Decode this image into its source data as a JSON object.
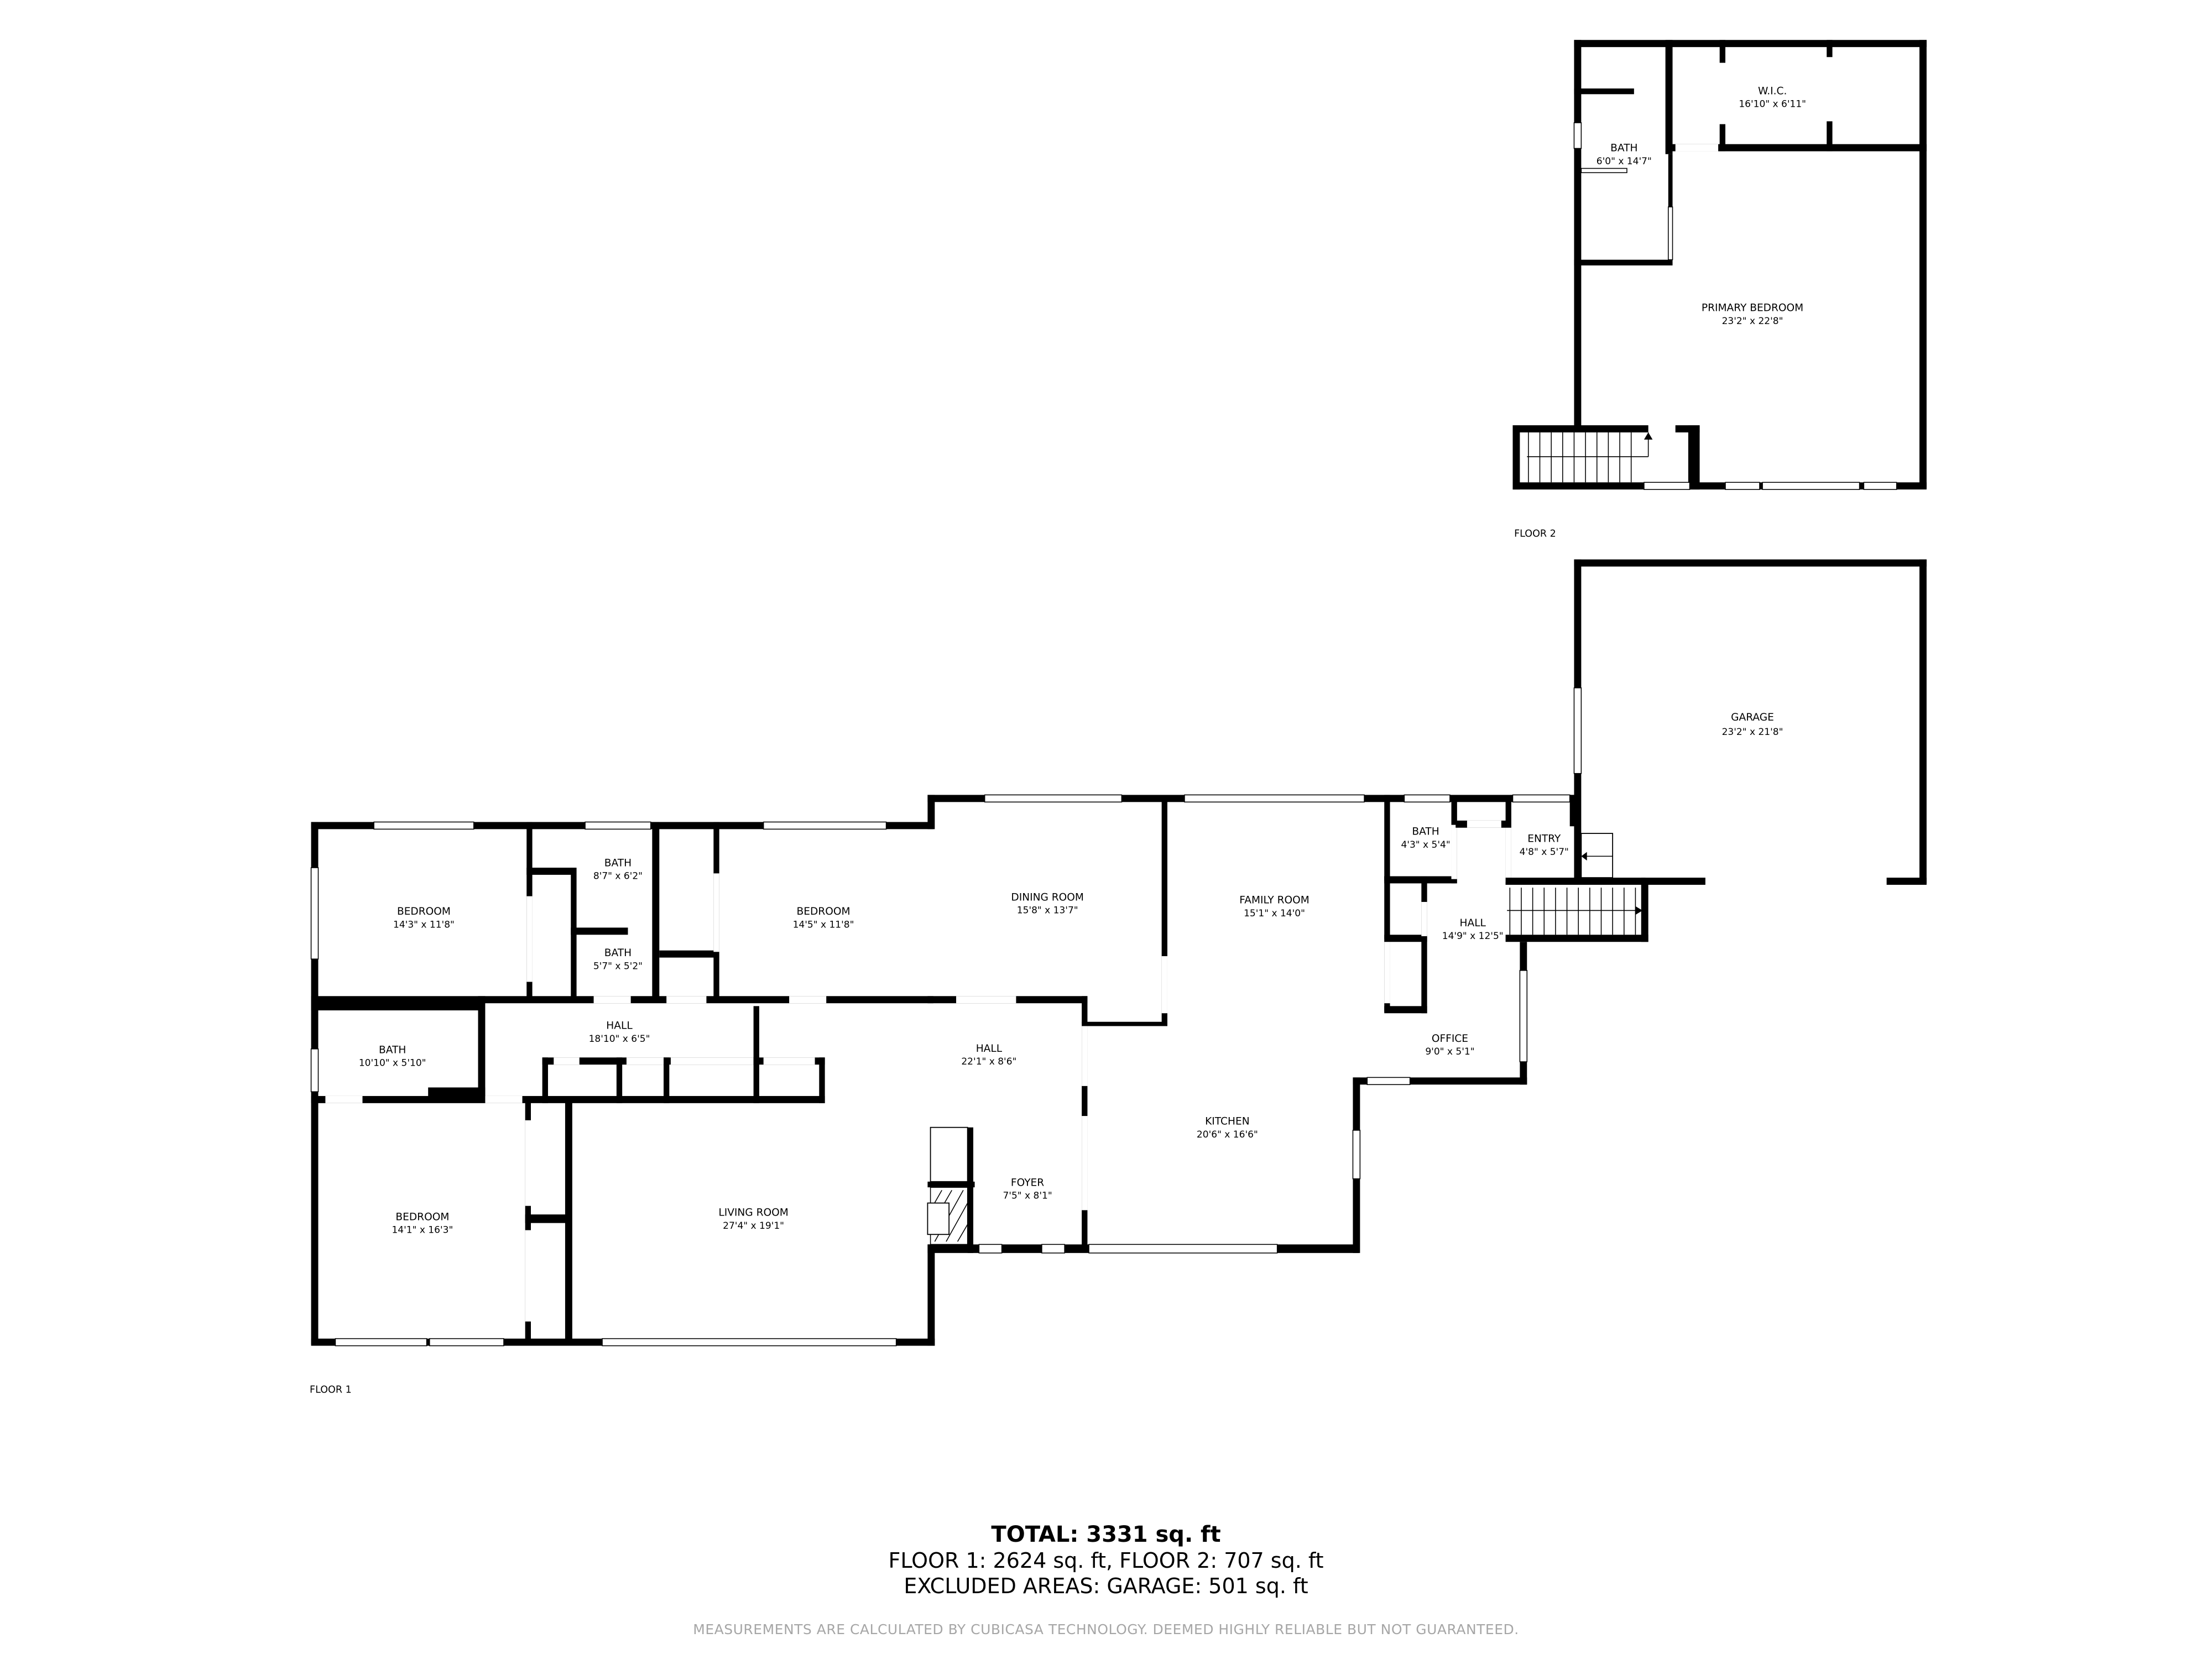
{
  "floor2": {
    "label": "FLOOR 2",
    "rooms": {
      "wic": {
        "name": "W.I.C.",
        "dim": "16'10\" x 6'11\""
      },
      "bath": {
        "name": "BATH",
        "dim": "6'0\" x 14'7\""
      },
      "primary_bedroom": {
        "name": "PRIMARY BEDROOM",
        "dim": "23'2\" x 22'8\""
      }
    }
  },
  "garage": {
    "name": "GARAGE",
    "dim": "23'2\" x 21'8\""
  },
  "floor1": {
    "label": "FLOOR 1",
    "rooms": {
      "bedroom_nw": {
        "name": "BEDROOM",
        "dim": "14'3\" x 11'8\""
      },
      "bath_upper": {
        "name": "BATH",
        "dim": "8'7\" x 6'2\""
      },
      "bath_lower": {
        "name": "BATH",
        "dim": "5'7\" x 5'2\""
      },
      "bedroom_n": {
        "name": "BEDROOM",
        "dim": "14'5\" x 11'8\""
      },
      "dining_room": {
        "name": "DINING ROOM",
        "dim": "15'8\" x 13'7\""
      },
      "family_room": {
        "name": "FAMILY ROOM",
        "dim": "15'1\" x 14'0\""
      },
      "bath_small": {
        "name": "BATH",
        "dim": "4'3\" x 5'4\""
      },
      "entry": {
        "name": "ENTRY",
        "dim": "4'8\" x 5'7\""
      },
      "hall_east": {
        "name": "HALL",
        "dim": "14'9\" x 12'5\""
      },
      "office": {
        "name": "OFFICE",
        "dim": "9'0\" x 5'1\""
      },
      "bath_west": {
        "name": "BATH",
        "dim": "10'10\" x 5'10\""
      },
      "hall_west": {
        "name": "HALL",
        "dim": "18'10\" x 6'5\""
      },
      "hall_center": {
        "name": "HALL",
        "dim": "22'1\" x 8'6\""
      },
      "bedroom_sw": {
        "name": "BEDROOM",
        "dim": "14'1\" x 16'3\""
      },
      "living_room": {
        "name": "LIVING ROOM",
        "dim": "27'4\" x 19'1\""
      },
      "foyer": {
        "name": "FOYER",
        "dim": "7'5\" x 8'1\""
      },
      "kitchen": {
        "name": "KITCHEN",
        "dim": "20'6\" x 16'6\""
      }
    }
  },
  "summary": {
    "total": "TOTAL: 3331 sq. ft",
    "floors": "FLOOR 1: 2624 sq. ft, FLOOR 2: 707 sq. ft",
    "excluded": "EXCLUDED AREAS: GARAGE: 501 sq. ft",
    "disclaimer": "MEASUREMENTS ARE CALCULATED BY CUBICASA TECHNOLOGY. DEEMED HIGHLY RELIABLE BUT NOT GUARANTEED."
  }
}
